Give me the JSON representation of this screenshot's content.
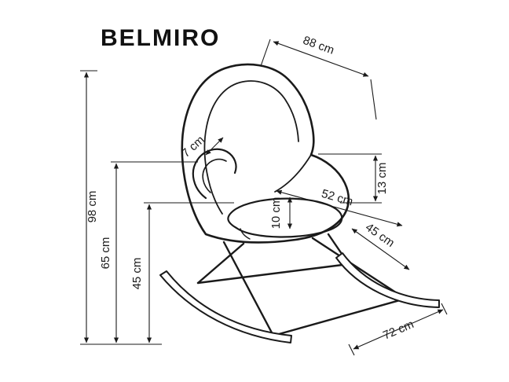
{
  "title": "BELMIRO",
  "dimensions": {
    "depth_top": "88 cm",
    "total_height": "98 cm",
    "armrest_height": "65 cm",
    "seat_height": "45 cm",
    "armrest_tube": "7 cm",
    "backrest_side": "13 cm",
    "seat_width": "52 cm",
    "seat_depth": "45 cm",
    "cushion_height": "10 cm",
    "rocker_length": "72 cm"
  },
  "colors": {
    "line": "#1a1a1a",
    "background": "#ffffff"
  }
}
